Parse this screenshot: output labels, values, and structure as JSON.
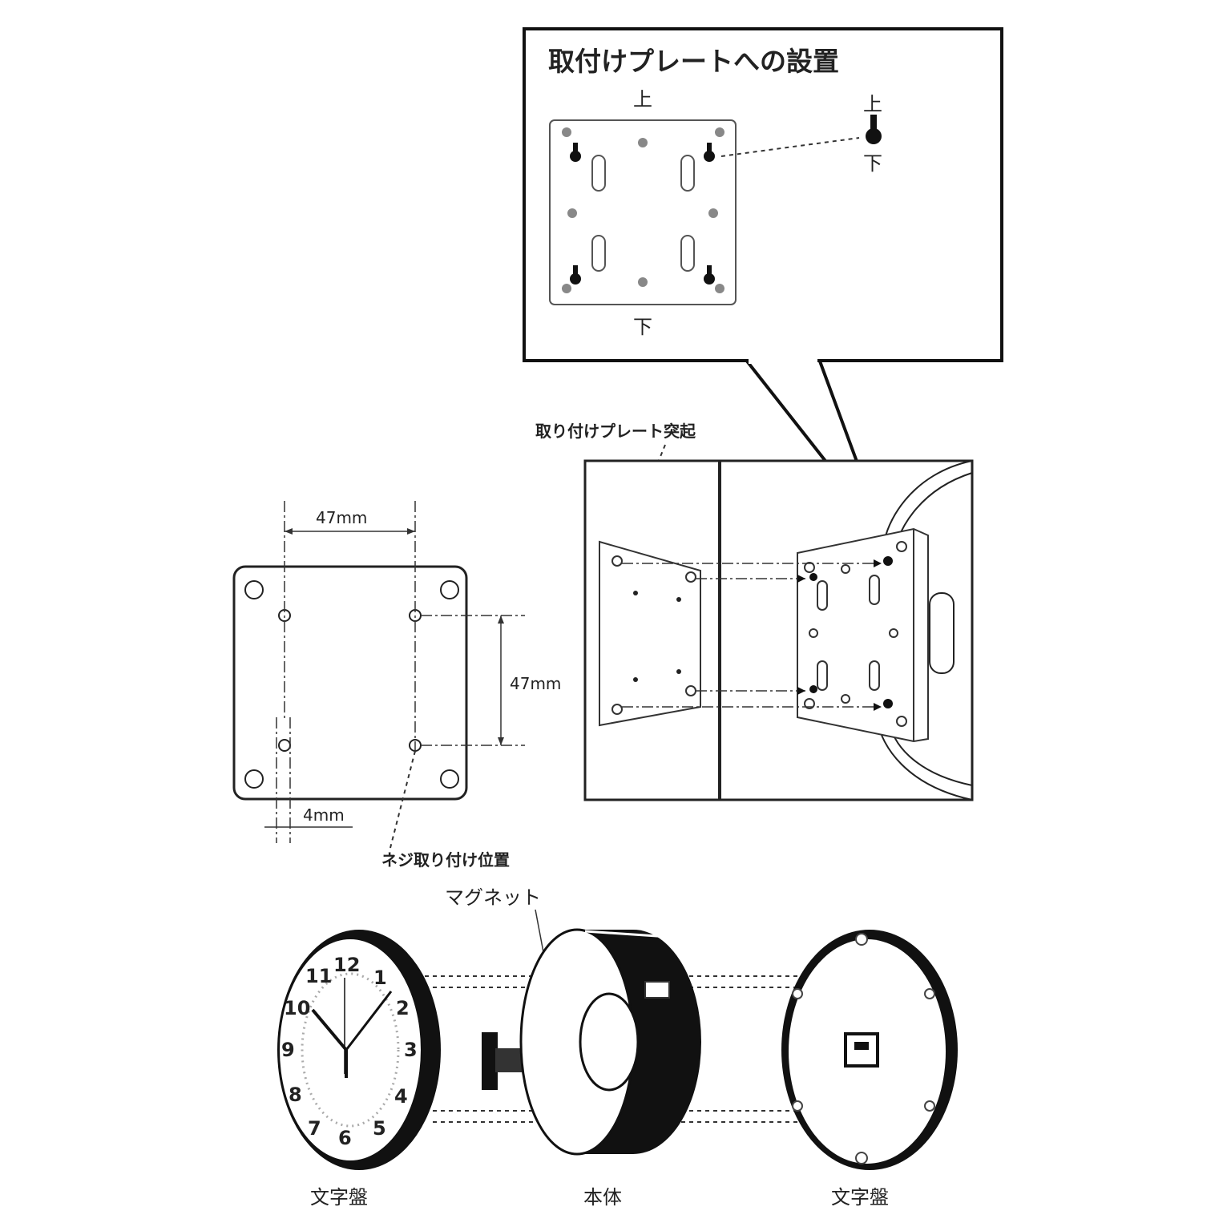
{
  "callout": {
    "title": "取付けプレートへの設置",
    "top_label": "上",
    "bottom_label": "下",
    "keyhole_top": "上",
    "keyhole_bottom": "下"
  },
  "mounting": {
    "protrusion_label": "取り付けプレート突起",
    "screw_label": "ネジ取り付け位置",
    "dim_horizontal": "47mm",
    "dim_vertical": "47mm",
    "dim_offset": "4mm"
  },
  "exploded": {
    "magnet_label": "マグネット",
    "left_label": "文字盤",
    "center_label": "本体",
    "right_label": "文字盤",
    "clock_numbers": [
      "12",
      "1",
      "2",
      "3",
      "4",
      "5",
      "6",
      "7",
      "8",
      "9",
      "10",
      "11"
    ]
  },
  "colors": {
    "line": "#222222",
    "background": "#ffffff"
  }
}
